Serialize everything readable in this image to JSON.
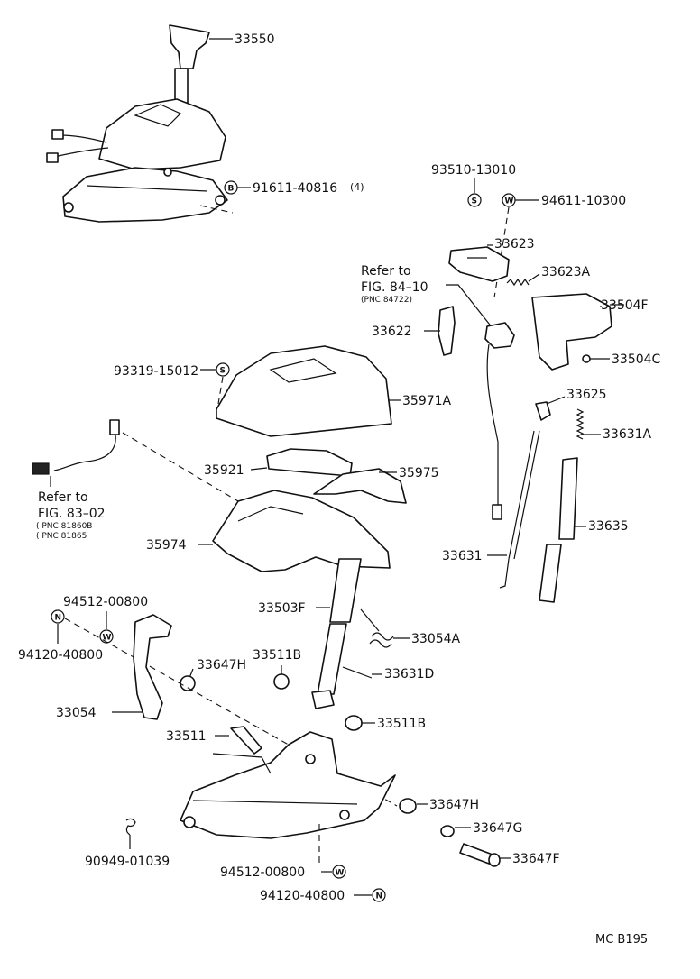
{
  "labels": {
    "p33550": "33550",
    "p91611": "91611-40816",
    "p91611_qty": "(4)",
    "p93510": "93510-13010",
    "p94611": "94611-10300",
    "p33623": "33623",
    "refer_to_1": "Refer to",
    "fig84": "FIG. 84–10",
    "pnc84722": "(PNC 84722)",
    "p33623A": "33623A",
    "p33504F": "33504F",
    "p33622": "33622",
    "p33504C": "33504C",
    "p93319": "93319-15012",
    "p35971A": "35971A",
    "p33625": "33625",
    "p33631A": "33631A",
    "p35921": "35921",
    "p35975": "35975",
    "refer_to_2": "Refer to",
    "fig83": "FIG. 83–02",
    "pnc81860": "( PNC 81860B",
    "pnc81865": "( PNC 81865",
    "p33635": "33635",
    "p35974": "35974",
    "p33631": "33631",
    "p94512_a": "94512-00800",
    "p94120_a": "94120-40800",
    "p33503F": "33503F",
    "p33054A": "33054A",
    "p33647H_a": "33647H",
    "p33511B_a": "33511B",
    "p33631D": "33631D",
    "p33054": "33054",
    "p33511B_b": "33511B",
    "p33511": "33511",
    "p33647H_b": "33647H",
    "p33647G": "33647G",
    "p90949": "90949-01039",
    "p33647F": "33647F",
    "p94512_b": "94512-00800",
    "p94120_b": "94120-40800",
    "mc_code": "MC B195"
  },
  "codes": {
    "B": "B",
    "S": "S",
    "W": "W",
    "N": "N"
  }
}
